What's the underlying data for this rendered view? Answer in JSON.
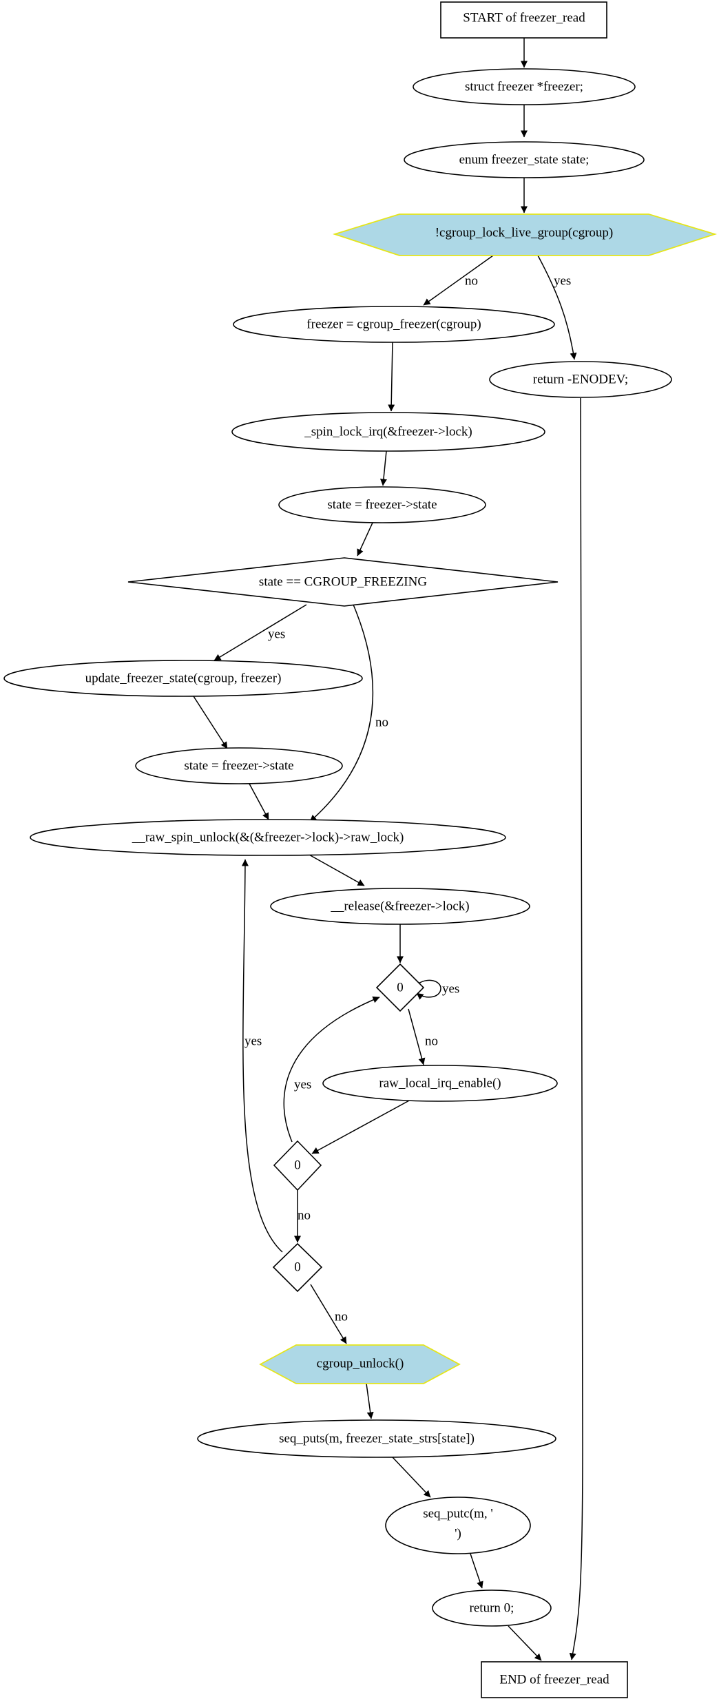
{
  "diagram": {
    "nodes": {
      "start": "START of freezer_read",
      "decl_freezer": "struct freezer *freezer;",
      "decl_state": "enum freezer_state state;",
      "lock_check": "!cgroup_lock_live_group(cgroup)",
      "assign_freezer": "freezer = cgroup_freezer(cgroup)",
      "return_enodev": "return -ENODEV;",
      "spin_lock": "_spin_lock_irq(&freezer->lock)",
      "state_assign_1": "state = freezer->state",
      "freezing_check": "state == CGROUP_FREEZING",
      "update_state": "update_freezer_state(cgroup, freezer)",
      "state_assign_2": "state = freezer->state",
      "raw_unlock": "__raw_spin_unlock(&(&freezer->lock)->raw_lock)",
      "release": "__release(&freezer->lock)",
      "zero_1": "0",
      "irq_enable": "raw_local_irq_enable()",
      "zero_2": "0",
      "zero_3": "0",
      "cgroup_unlock": "cgroup_unlock()",
      "seq_puts": "seq_puts(m, freezer_state_strs[state])",
      "seq_putc_line1": "seq_putc(m, '",
      "seq_putc_line2": "')",
      "return_zero": "return 0;",
      "end": "END of freezer_read"
    },
    "edge_labels": {
      "lock_no": "no",
      "lock_yes": "yes",
      "freezing_yes": "yes",
      "freezing_no": "no",
      "zero1_self_yes": "yes",
      "zero1_no": "no",
      "zero2_yes": "yes",
      "zero2_no": "no",
      "zero3_yes": "yes",
      "zero3_no": "no"
    },
    "colors": {
      "call_fill": "#add8e6",
      "call_outline": "#e5e51a",
      "stroke": "#000000",
      "background": "#ffffff"
    }
  }
}
